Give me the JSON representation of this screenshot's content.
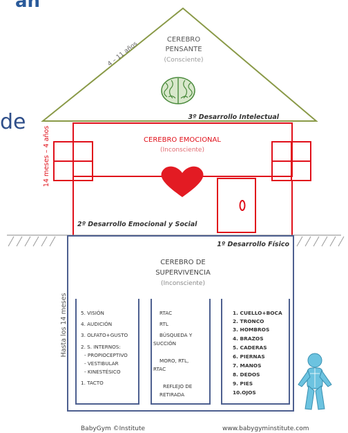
{
  "top_text_fragment": "an",
  "side_text_fragment": "de",
  "roof": {
    "age_label": "4 – 11 años",
    "title_line1": "CEREBRO",
    "title_line2": "PENSANTE",
    "subtitle": "(Consciente)",
    "stage_label": "3º Desarrollo Intelectual"
  },
  "middle": {
    "age_label": "14 meses – 4 años",
    "title": "CEREBRO EMOCIONAL",
    "subtitle": "(Inconsciente)",
    "stage_label": "2º Desarrollo Emocional y Social"
  },
  "base": {
    "age_label": "Hasta los 14 meses",
    "stage_label": "1º Desarrollo Físico",
    "title_line1": "CEREBRO DE",
    "title_line2": "SUPERVIVENCIA",
    "subtitle": "(Inconsciente)",
    "col1": [
      "5. VISIÓN",
      "4. AUDICIÓN",
      "3. OLFATO+GUSTO",
      "2.   S. INTERNOS:",
      "- PROPIOCEPTIVO",
      "- VESTIBULAR",
      "- KINESTÉSICO",
      "1. TACTO"
    ],
    "col2": [
      "RTAC",
      "RTL",
      "BÚSQUEDA Y",
      "SUCCIÓN",
      "MORO, RTL,",
      "RTAC",
      "REFLEJO DE",
      "RETIRADA"
    ],
    "col3": [
      "1.  CUELLO+BOCA",
      "2.  TRONCO",
      "3.  HOMBROS",
      "4.  BRAZOS",
      "5.  CADERAS",
      "6.  PIERNAS",
      "7.  MANOS",
      "8.  DEDOS",
      "9.  PIES",
      "10.OJOS"
    ]
  },
  "footer": {
    "left": "BabyGym ©Institute",
    "right": "www.babygyminstitute.com"
  },
  "colors": {
    "roof": "#8a9a48",
    "brain": "#4a8a3c",
    "red": "#e0101a",
    "blue": "#4d5f8f",
    "heart": "#e31b23",
    "child": "#6cc3e0",
    "text": "#333333"
  }
}
